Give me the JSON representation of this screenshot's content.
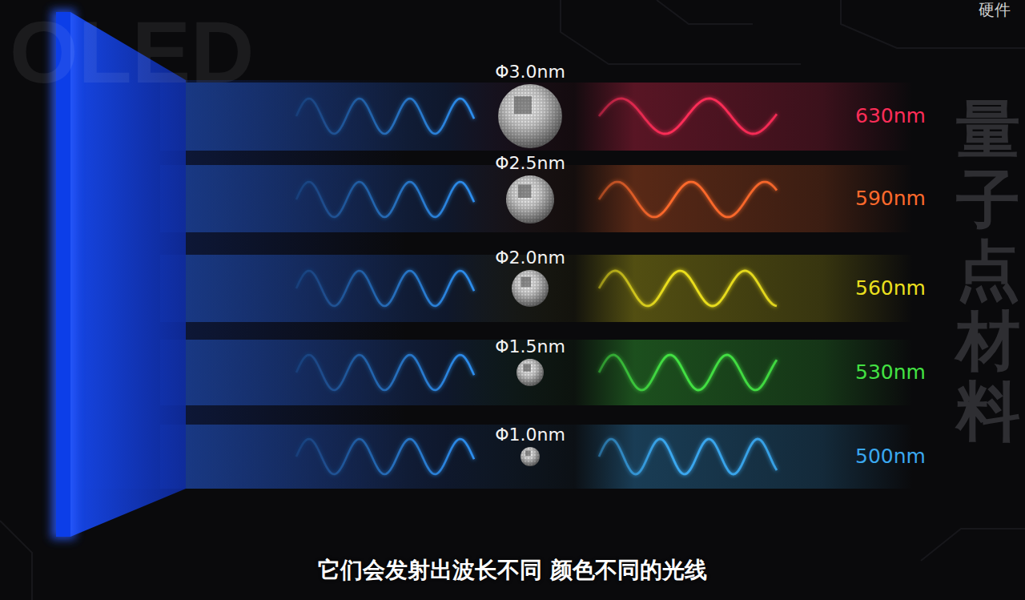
{
  "diagram": {
    "title": "量子点材料",
    "caption": "它们会发射出波长不同 颜色不同的光线",
    "nodes": [
      {
        "text": [
          "Φ3.0nm",
          "630nm"
        ]
      },
      {
        "text": [
          "Φ2.5nm",
          "590nm"
        ]
      },
      {
        "text": [
          "Φ2.0nm",
          "560nm"
        ]
      },
      {
        "text": [
          "Φ1.5nm",
          "530nm"
        ]
      },
      {
        "text": [
          "Φ1.0nm",
          "500nm"
        ]
      }
    ],
    "labels": [
      "OLED",
      "硬件"
    ]
  }
}
